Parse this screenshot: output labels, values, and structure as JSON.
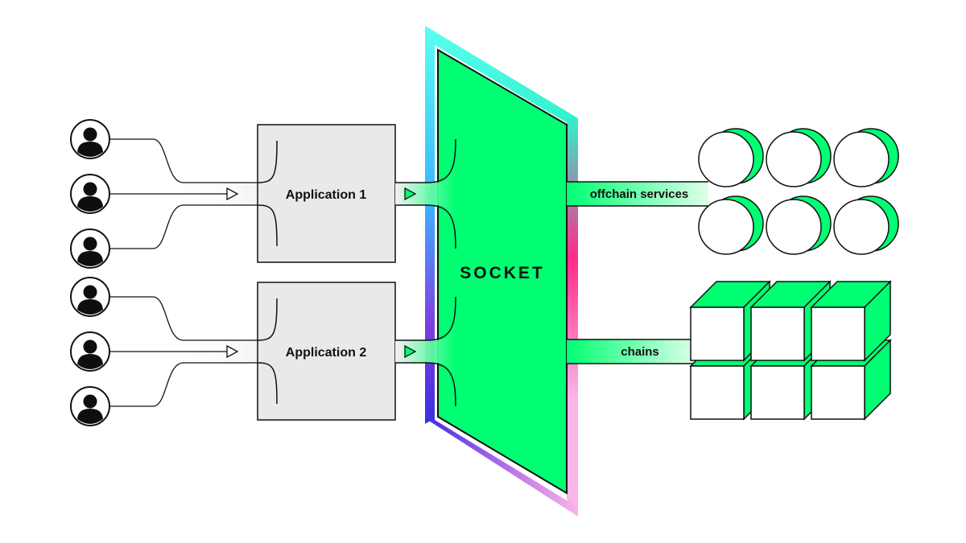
{
  "colors": {
    "green": "#00FF73",
    "box_fill": "#E9E9E9",
    "stroke": "#111111",
    "user_dark": "#0E0E0E",
    "rim_top": "#5BFFF2",
    "rim_mid": "#FF2B86",
    "rim_bottom_left": "#3A2FE0",
    "rim_bottom_right": "#F9B4E8"
  },
  "applications": [
    {
      "label": "Application 1"
    },
    {
      "label": "Application 2"
    }
  ],
  "socket": {
    "label": "SOCKET"
  },
  "outputs": [
    {
      "label": "offchain services",
      "icon": "green-circle-icon"
    },
    {
      "label": "chains",
      "icon": "green-cube-icon"
    }
  ],
  "icons": {
    "user": "user-icon",
    "arrow": "arrow-head-icon"
  }
}
